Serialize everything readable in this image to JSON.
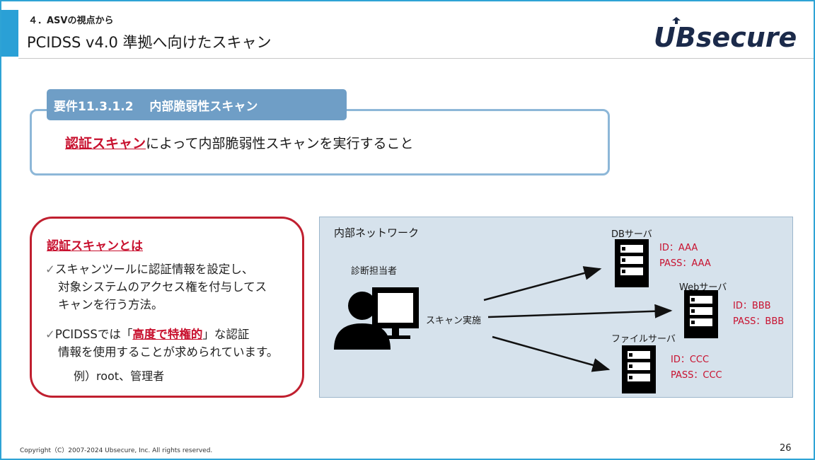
{
  "header": {
    "section": "４．ASVの視点から",
    "title": "PCIDSS v4.0 準拠へ向けたスキャン",
    "logo_text": "UBsecure"
  },
  "requirement": {
    "tab_label": "要件11.3.1.2　 内部脆弱性スキャン",
    "highlight": "認証スキャン",
    "rest": "によって内部脆弱性スキャンを実行すること"
  },
  "definition": {
    "title": "認証スキャンとは",
    "bullet1": [
      "スキャンツールに認証情報を設定し、",
      "対象システムのアクセス権を付与してス",
      "キャンを行う方法。"
    ],
    "bullet2_pre": "PCIDSSでは「",
    "bullet2_hl": "高度で特権的",
    "bullet2_post": "」な認証",
    "bullet2_line2": "情報を使用することが求められています。",
    "example": "例）root、管理者",
    "check_mark": "✓"
  },
  "network": {
    "label": "内部ネットワーク",
    "operator": "診断担当者",
    "action": "スキャン実施",
    "servers": [
      {
        "name": "DBサーバ",
        "id": "ID：AAA",
        "pass": "PASS：AAA"
      },
      {
        "name": "Webサーバ",
        "id": "ID：BBB",
        "pass": "PASS：BBB"
      },
      {
        "name": "ファイルサーバ",
        "id": "ID：CCC",
        "pass": "PASS：CCC"
      }
    ]
  },
  "footer": {
    "copyright": "Copyright（C）2007-2024 Ubsecure, Inc.  All rights reserved.",
    "page": "26"
  },
  "colors": {
    "accent": "#2aa0d6",
    "requirement_tab": "#6f9ec6",
    "highlight_red": "#c8102e",
    "network_bg": "#d6e2ec",
    "logo_navy": "#1b2a4a"
  }
}
